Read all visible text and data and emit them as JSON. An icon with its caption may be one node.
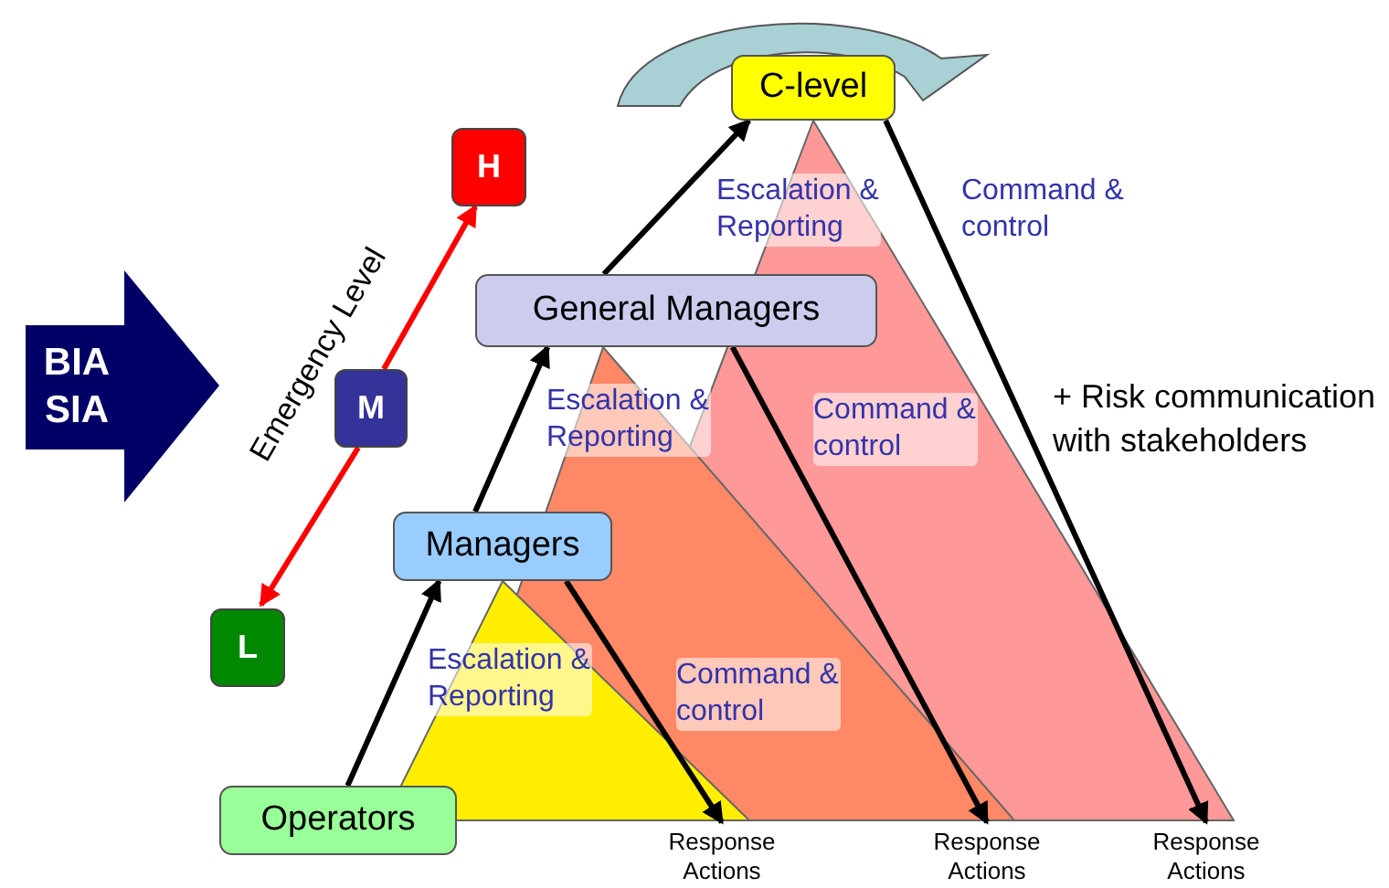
{
  "diagram": {
    "nodes": [
      {
        "text": [
          "BIA SIA"
        ]
      },
      {
        "text": [
          "H"
        ]
      },
      {
        "text": [
          "M"
        ]
      },
      {
        "text": [
          "L"
        ]
      },
      {
        "text": [
          "C-level"
        ]
      },
      {
        "text": [
          "General Managers"
        ]
      },
      {
        "text": [
          "Managers"
        ]
      },
      {
        "text": [
          "Operators"
        ]
      },
      {
        "text": [
          "Response Actions"
        ]
      },
      {
        "text": [
          "Response Actions"
        ]
      },
      {
        "text": [
          "Response Actions"
        ]
      }
    ],
    "edges": [
      {
        "from": 2,
        "to": 1,
        "arrow": "to",
        "color": "#ff0000"
      },
      {
        "from": 2,
        "to": 3,
        "arrow": "to",
        "color": "#ff0000"
      },
      {
        "from": 7,
        "to": 6,
        "arrow": "to",
        "label": "Escalation & Reporting"
      },
      {
        "from": 6,
        "to": 5,
        "arrow": "to",
        "label": "Escalation & Reporting"
      },
      {
        "from": 5,
        "to": 4,
        "arrow": "to",
        "label": "Escalation & Reporting"
      },
      {
        "from": 6,
        "to": 8,
        "arrow": "to",
        "label": "Command & control"
      },
      {
        "from": 5,
        "to": 9,
        "arrow": "to",
        "label": "Command & control"
      },
      {
        "from": 4,
        "to": 10,
        "arrow": "to",
        "label": "Command & control"
      }
    ],
    "labels": [
      "Emergency Level",
      "+ Risk communication with stakeholders"
    ]
  }
}
